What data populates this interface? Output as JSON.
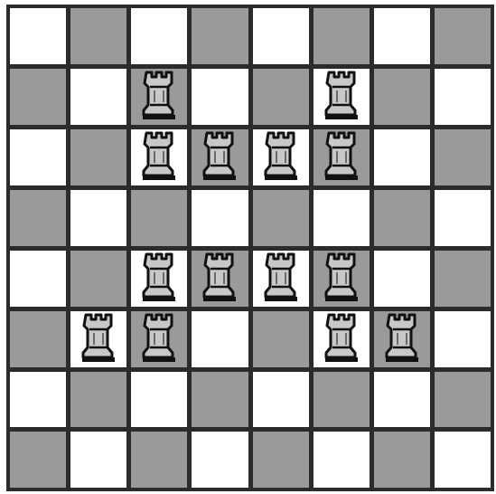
{
  "board": {
    "rows": 8,
    "cols": 8,
    "top_left_color": "light",
    "colors": {
      "light": "#ffffff",
      "dark": "#9a9a9a",
      "grid": "#2b2b2b",
      "piece_fill": "#c8c8c8",
      "piece_outline": "#111111"
    },
    "piece_type": "rook",
    "pieces": [
      {
        "row": 1,
        "col": 2
      },
      {
        "row": 1,
        "col": 5
      },
      {
        "row": 2,
        "col": 2
      },
      {
        "row": 2,
        "col": 3
      },
      {
        "row": 2,
        "col": 4
      },
      {
        "row": 2,
        "col": 5
      },
      {
        "row": 4,
        "col": 2
      },
      {
        "row": 4,
        "col": 3
      },
      {
        "row": 4,
        "col": 4
      },
      {
        "row": 4,
        "col": 5
      },
      {
        "row": 5,
        "col": 1
      },
      {
        "row": 5,
        "col": 2
      },
      {
        "row": 5,
        "col": 5
      },
      {
        "row": 5,
        "col": 6
      }
    ]
  }
}
